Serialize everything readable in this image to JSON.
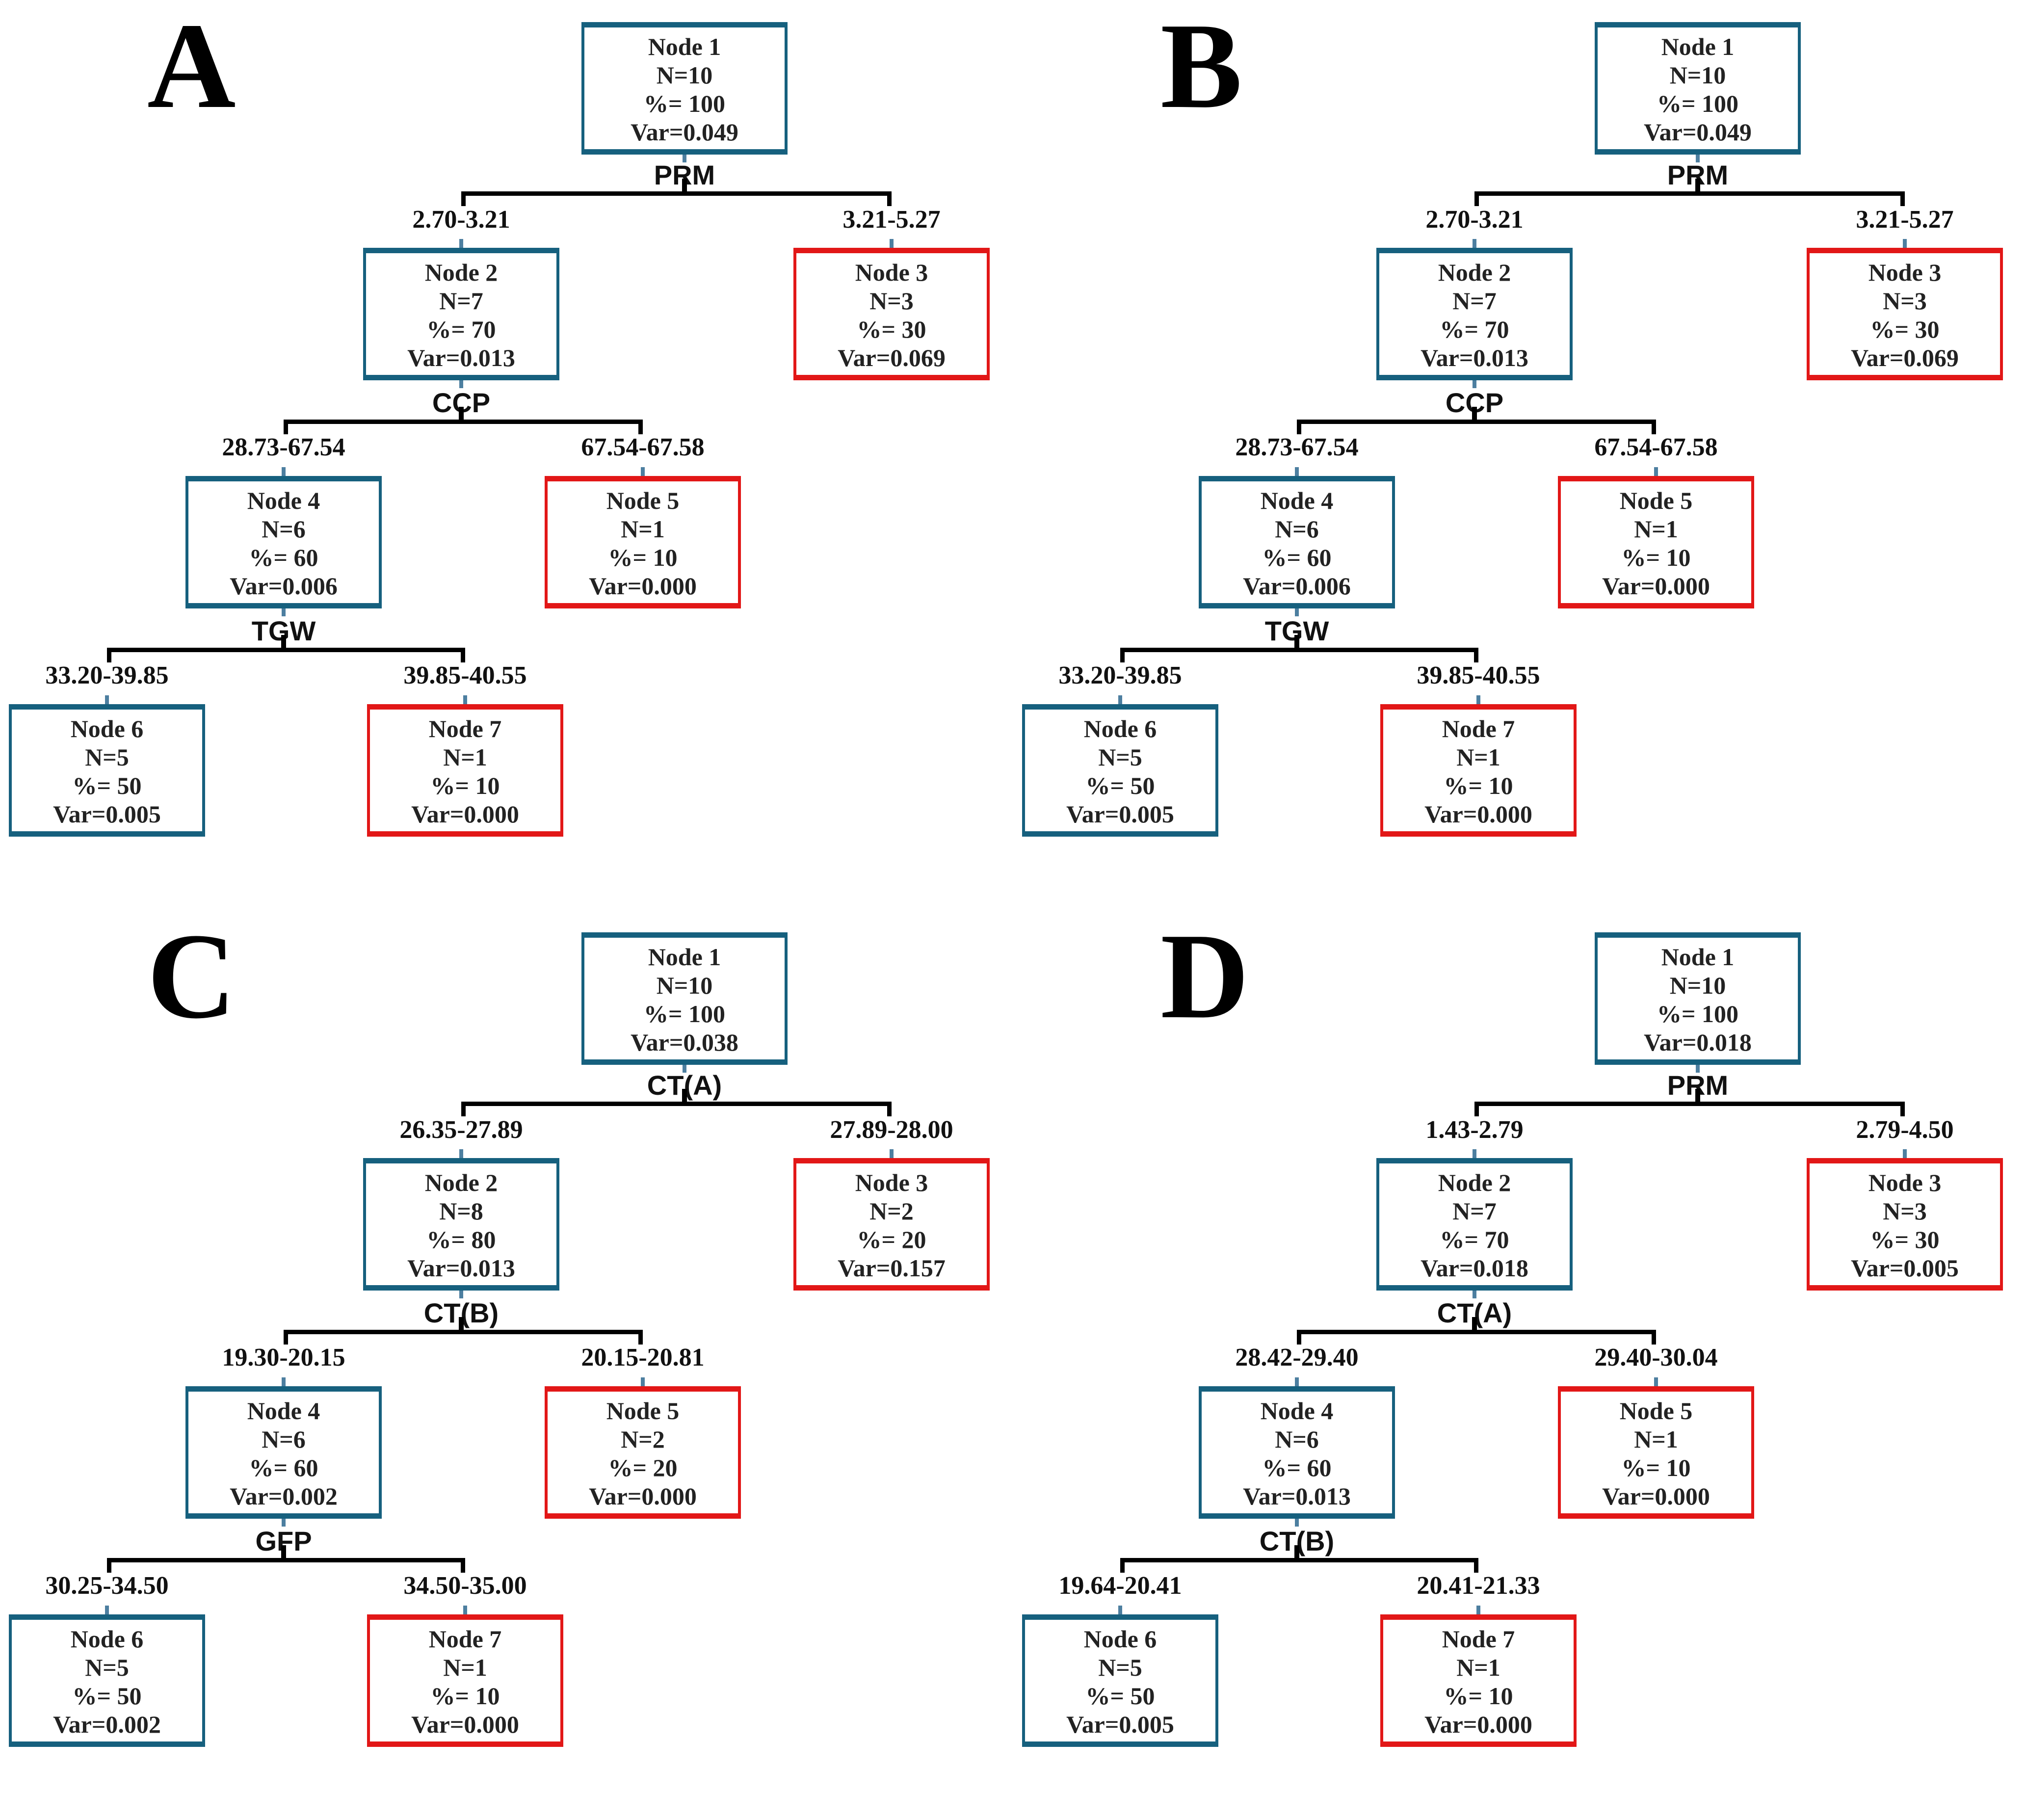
{
  "figure": {
    "colors": {
      "continue_node_border": "#16607e",
      "terminal_node_border": "#e21717",
      "connector": "#000000",
      "tick": "#4d7fa0",
      "text": "#222222"
    },
    "panels": [
      {
        "label": "A",
        "root": {
          "name": "Node 1",
          "n": "N=10",
          "pct": "%= 100",
          "var": "Var=0.049"
        },
        "levels": [
          {
            "split": "PRM",
            "left_range": "2.70-3.21",
            "right_range": "3.21-5.27",
            "left": {
              "name": "Node 2",
              "n": "N=7",
              "pct": "%= 70",
              "var": "Var=0.013"
            },
            "right": {
              "name": "Node 3",
              "n": "N=3",
              "pct": "%= 30",
              "var": "Var=0.069"
            }
          },
          {
            "split": "CCP",
            "left_range": "28.73-67.54",
            "right_range": "67.54-67.58",
            "left": {
              "name": "Node 4",
              "n": "N=6",
              "pct": "%= 60",
              "var": "Var=0.006"
            },
            "right": {
              "name": "Node 5",
              "n": "N=1",
              "pct": "%= 10",
              "var": "Var=0.000"
            }
          },
          {
            "split": "TGW",
            "left_range": "33.20-39.85",
            "right_range": "39.85-40.55",
            "left": {
              "name": "Node 6",
              "n": "N=5",
              "pct": "%= 50",
              "var": "Var=0.005"
            },
            "right": {
              "name": "Node 7",
              "n": "N=1",
              "pct": "%= 10",
              "var": "Var=0.000"
            }
          }
        ]
      },
      {
        "label": "B",
        "root": {
          "name": "Node 1",
          "n": "N=10",
          "pct": "%= 100",
          "var": "Var=0.049"
        },
        "levels": [
          {
            "split": "PRM",
            "left_range": "2.70-3.21",
            "right_range": "3.21-5.27",
            "left": {
              "name": "Node 2",
              "n": "N=7",
              "pct": "%= 70",
              "var": "Var=0.013"
            },
            "right": {
              "name": "Node 3",
              "n": "N=3",
              "pct": "%= 30",
              "var": "Var=0.069"
            }
          },
          {
            "split": "CCP",
            "left_range": "28.73-67.54",
            "right_range": "67.54-67.58",
            "left": {
              "name": "Node 4",
              "n": "N=6",
              "pct": "%= 60",
              "var": "Var=0.006"
            },
            "right": {
              "name": "Node 5",
              "n": "N=1",
              "pct": "%= 10",
              "var": "Var=0.000"
            }
          },
          {
            "split": "TGW",
            "left_range": "33.20-39.85",
            "right_range": "39.85-40.55",
            "left": {
              "name": "Node 6",
              "n": "N=5",
              "pct": "%= 50",
              "var": "Var=0.005"
            },
            "right": {
              "name": "Node 7",
              "n": "N=1",
              "pct": "%= 10",
              "var": "Var=0.000"
            }
          }
        ]
      },
      {
        "label": "C",
        "root": {
          "name": "Node 1",
          "n": "N=10",
          "pct": "%= 100",
          "var": "Var=0.038"
        },
        "levels": [
          {
            "split": "CT(A)",
            "left_range": "26.35-27.89",
            "right_range": "27.89-28.00",
            "left": {
              "name": "Node 2",
              "n": "N=8",
              "pct": "%= 80",
              "var": "Var=0.013"
            },
            "right": {
              "name": "Node 3",
              "n": "N=2",
              "pct": "%= 20",
              "var": "Var=0.157"
            }
          },
          {
            "split": "CT(B)",
            "left_range": "19.30-20.15",
            "right_range": "20.15-20.81",
            "left": {
              "name": "Node 4",
              "n": "N=6",
              "pct": "%= 60",
              "var": "Var=0.002"
            },
            "right": {
              "name": "Node 5",
              "n": "N=2",
              "pct": "%= 20",
              "var": "Var=0.000"
            }
          },
          {
            "split": "GFP",
            "left_range": "30.25-34.50",
            "right_range": "34.50-35.00",
            "left": {
              "name": "Node 6",
              "n": "N=5",
              "pct": "%= 50",
              "var": "Var=0.002"
            },
            "right": {
              "name": "Node 7",
              "n": "N=1",
              "pct": "%= 10",
              "var": "Var=0.000"
            }
          }
        ]
      },
      {
        "label": "D",
        "root": {
          "name": "Node 1",
          "n": "N=10",
          "pct": "%= 100",
          "var": "Var=0.018"
        },
        "levels": [
          {
            "split": "PRM",
            "left_range": "1.43-2.79",
            "right_range": "2.79-4.50",
            "left": {
              "name": "Node 2",
              "n": "N=7",
              "pct": "%= 70",
              "var": "Var=0.018"
            },
            "right": {
              "name": "Node 3",
              "n": "N=3",
              "pct": "%= 30",
              "var": "Var=0.005"
            }
          },
          {
            "split": "CT(A)",
            "left_range": "28.42-29.40",
            "right_range": "29.40-30.04",
            "left": {
              "name": "Node 4",
              "n": "N=6",
              "pct": "%= 60",
              "var": "Var=0.013"
            },
            "right": {
              "name": "Node 5",
              "n": "N=1",
              "pct": "%= 10",
              "var": "Var=0.000"
            }
          },
          {
            "split": "CT(B)",
            "left_range": "19.64-20.41",
            "right_range": "20.41-21.33",
            "left": {
              "name": "Node 6",
              "n": "N=5",
              "pct": "%= 50",
              "var": "Var=0.005"
            },
            "right": {
              "name": "Node 7",
              "n": "N=1",
              "pct": "%= 10",
              "var": "Var=0.000"
            }
          }
        ]
      }
    ]
  }
}
